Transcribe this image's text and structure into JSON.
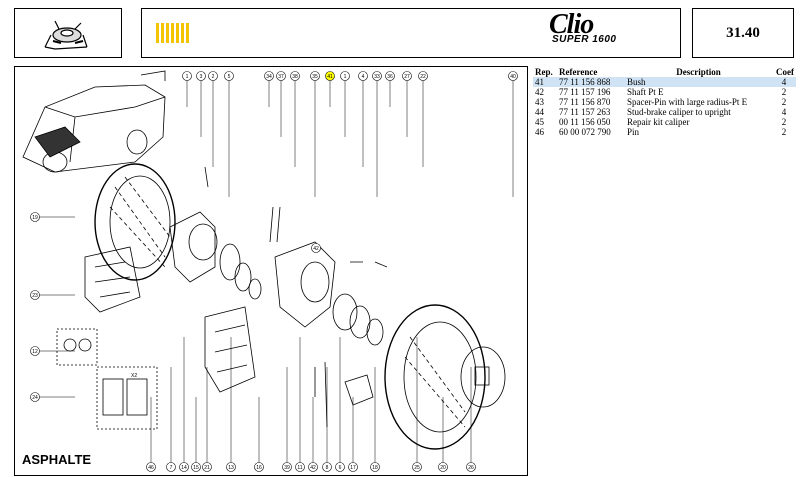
{
  "header": {
    "brand_logo": "Clio",
    "brand_sub": "SUPER 1600",
    "page_number": "31.40",
    "accent_color": "#f5c400"
  },
  "diagram": {
    "title": "ASPHALTE",
    "top_callouts": [
      "1",
      "3",
      "2",
      "5",
      "34",
      "37",
      "38",
      "35",
      "41",
      "1",
      "4",
      "33",
      "36",
      "27",
      "22",
      "40"
    ],
    "bottom_callouts": [
      "46",
      "7",
      "14",
      "15",
      "21",
      "13",
      "16",
      "39",
      "11",
      "42",
      "8",
      "6",
      "17",
      "18",
      "25",
      "20",
      "26"
    ],
    "left_callouts": [
      "19",
      "23",
      "12",
      "24"
    ],
    "highlighted": "41",
    "mid_callout": "42",
    "pad_label": "X2"
  },
  "parts": {
    "columns": [
      "Rep.",
      "Reference",
      "Description",
      "Coef"
    ],
    "rows": [
      {
        "rep": "41",
        "reference": "77 11 156 868",
        "description": "Bush",
        "coef": "4"
      },
      {
        "rep": "42",
        "reference": "77 11 157 196",
        "description": "Shaft Pt E",
        "coef": "2"
      },
      {
        "rep": "43",
        "reference": "77 11 156 870",
        "description": "Spacer-Pin with large radius-Pt E",
        "coef": "2"
      },
      {
        "rep": "44",
        "reference": "77 11 157 263",
        "description": "Stud-brake caliper to upright",
        "coef": "4"
      },
      {
        "rep": "45",
        "reference": "00 11 156 050",
        "description": "Repair kit caliper",
        "coef": "2"
      },
      {
        "rep": "46",
        "reference": "60 00 072 790",
        "description": "Pin",
        "coef": "2"
      }
    ],
    "highlight_color": "#cfe3f5"
  }
}
